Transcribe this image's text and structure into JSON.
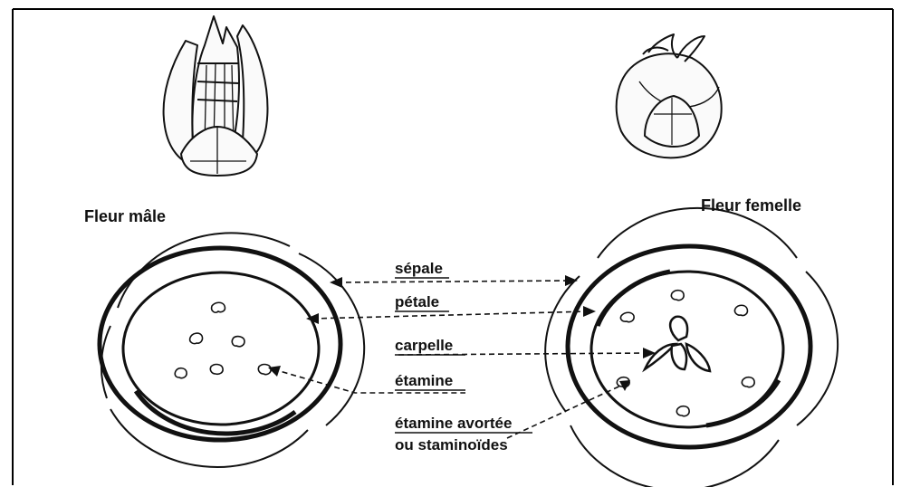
{
  "captions": {
    "male": "Fleur mâle",
    "female": "Fleur femelle"
  },
  "labels": {
    "sepal": "sépale",
    "petal": "pétale",
    "carpel": "carpelle",
    "stamen": "étamine",
    "aborted_line1": "étamine avortée",
    "aborted_line2": "ou staminoïdes"
  }
}
